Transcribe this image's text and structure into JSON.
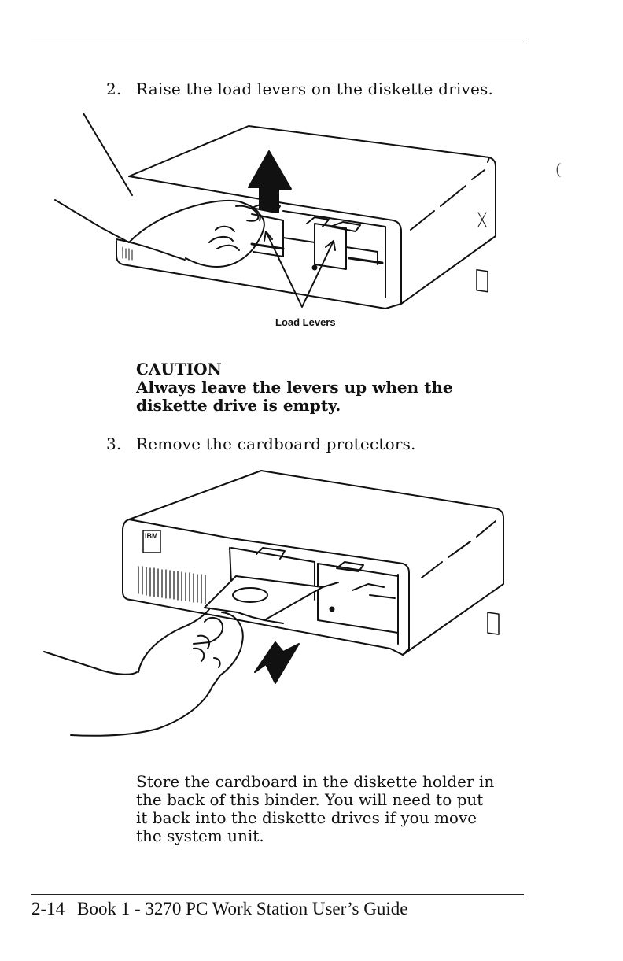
{
  "steps": [
    {
      "number": "2.",
      "text": "Raise the load levers on the diskette drives."
    },
    {
      "number": "3.",
      "text": "Remove the cardboard protectors."
    }
  ],
  "figure1": {
    "callout": "Load Levers"
  },
  "figure2": {
    "logo": "IBM"
  },
  "caution": {
    "heading": "CAUTION",
    "lines": [
      "Always leave the levers up when the",
      "diskette drive is empty."
    ]
  },
  "note": {
    "lines": [
      "Store the cardboard in the diskette holder in",
      "the back of this binder.  You will need to put",
      "it back into the diskette drives if you move",
      "the system unit."
    ]
  },
  "footer": {
    "page": "2-14",
    "title": "Book 1 - 3270 PC Work Station User’s Guide"
  },
  "stray_mark": "("
}
